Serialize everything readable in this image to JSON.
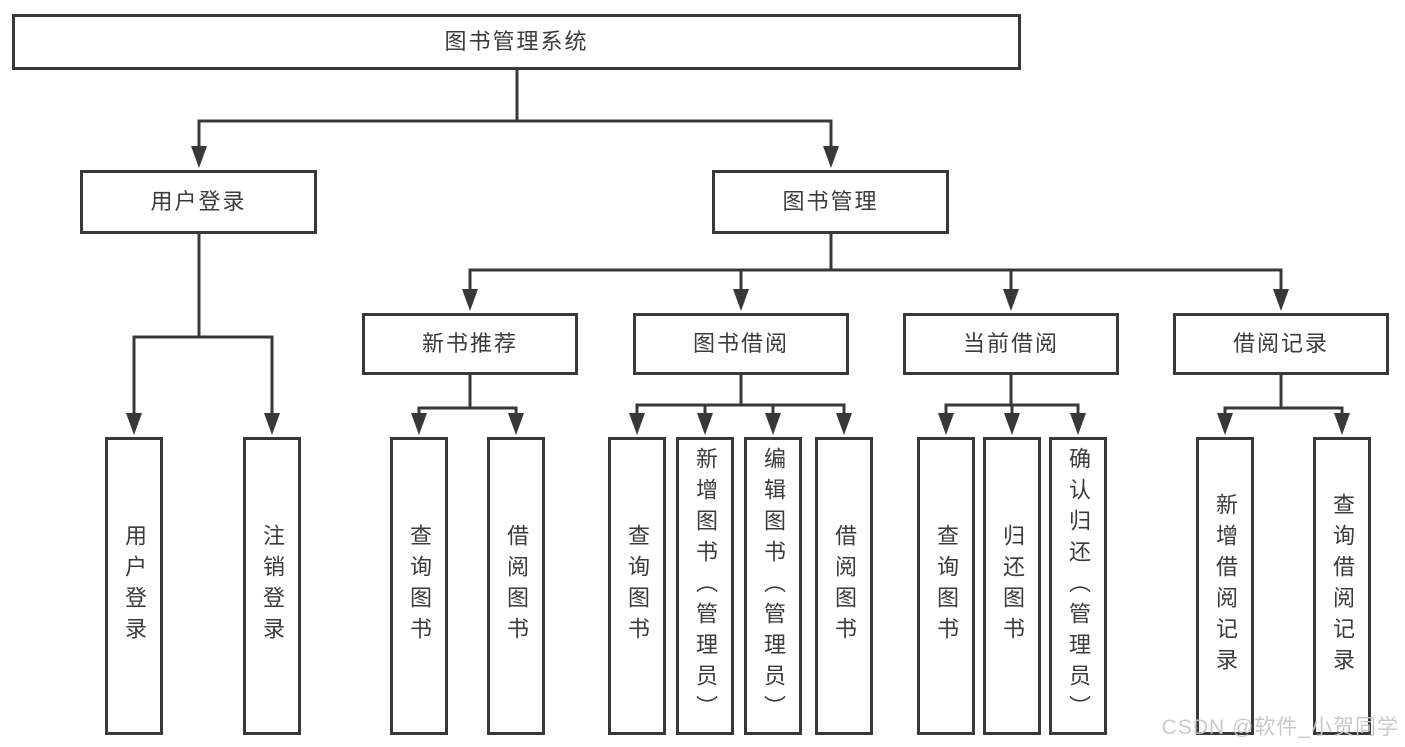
{
  "diagram": {
    "root": {
      "label": "图书管理系统"
    },
    "branches": [
      {
        "label": "用户登录",
        "leaves": [
          {
            "label": "用户登录"
          },
          {
            "label": "注销登录"
          }
        ]
      },
      {
        "label": "图书管理",
        "sections": [
          {
            "label": "新书推荐",
            "leaves": [
              {
                "label": "查询图书"
              },
              {
                "label": "借阅图书"
              }
            ]
          },
          {
            "label": "图书借阅",
            "leaves": [
              {
                "label": "查询图书"
              },
              {
                "label": "新增图书（管理员）"
              },
              {
                "label": "编辑图书（管理员）"
              },
              {
                "label": "借阅图书"
              }
            ]
          },
          {
            "label": "当前借阅",
            "leaves": [
              {
                "label": "查询图书"
              },
              {
                "label": "归还图书"
              },
              {
                "label": "确认归还（管理员）"
              }
            ]
          },
          {
            "label": "借阅记录",
            "leaves": [
              {
                "label": "新增借阅记录"
              },
              {
                "label": "查询借阅记录"
              }
            ]
          }
        ]
      }
    ]
  },
  "watermark": {
    "text": "CSDN @软件_小贺同学"
  },
  "colors": {
    "line": "#383838",
    "text": "#3b3b3b",
    "box_background": "#ffffff",
    "page_background": "#ffffff",
    "watermark": "#c7c7c7"
  }
}
